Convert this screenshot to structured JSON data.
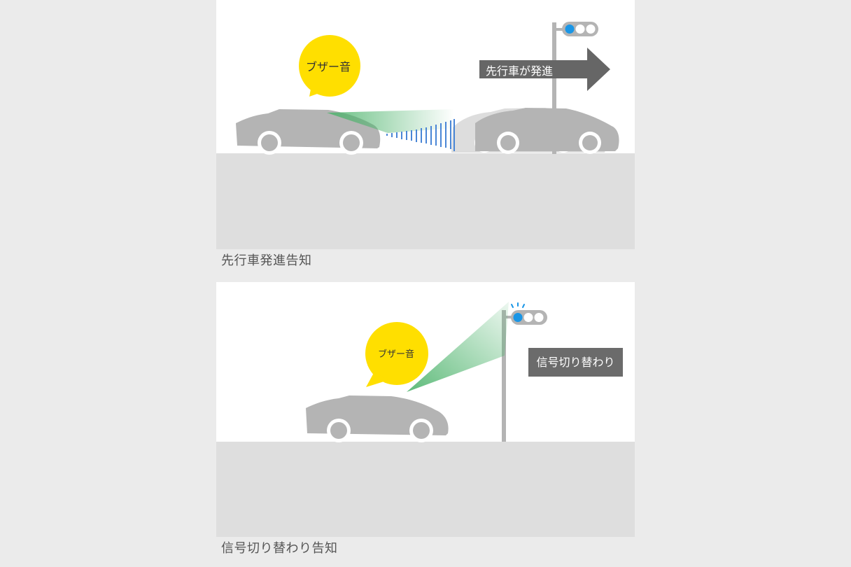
{
  "colors": {
    "background": "#ebebeb",
    "panel": "#ffffff",
    "road": "#dedede",
    "car": "#b4b4b4",
    "bubble": "#ffdf00",
    "sensor_green": "#4cb36b",
    "sensor_blue": "#4a86d6",
    "signal_light": "#1a96e6",
    "label_dark": "#6b6b6b",
    "arrow": "#666666"
  },
  "panel_departure": {
    "bubble_text": "ブザー音",
    "arrow_label": "先行車が発進",
    "caption": "先行車発進告知"
  },
  "panel_signal": {
    "bubble_text": "ブザー音",
    "signal_label": "信号切り替わり",
    "caption": "信号切り替わり告知"
  }
}
